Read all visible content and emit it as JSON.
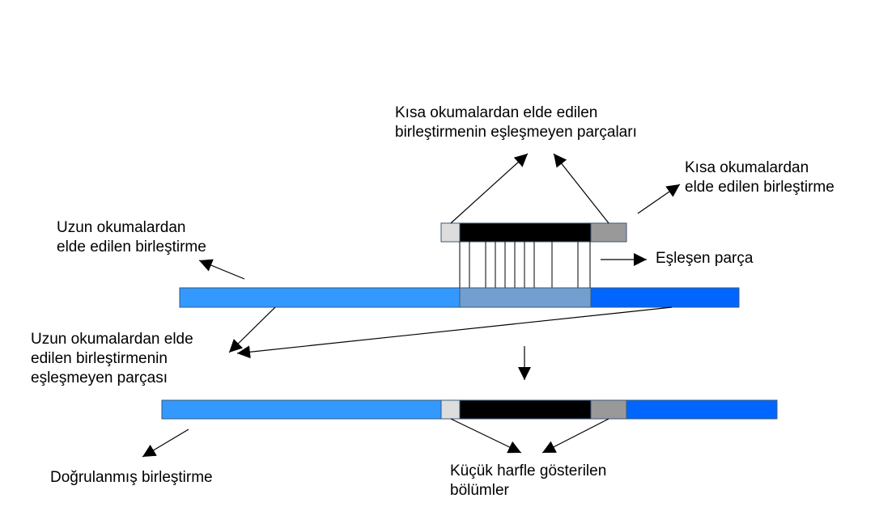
{
  "labels": {
    "short_unmatched": [
      "Kısa okumalardan elde edilen",
      "birleştirmenin eşleşmeyen parçaları"
    ],
    "short_assembly": [
      "Kısa okumalardan",
      "elde edilen birleştirme"
    ],
    "long_assembly": [
      "Uzun okumalardan",
      "elde edilen birleştirme"
    ],
    "matched_part": [
      "Eşleşen parça"
    ],
    "long_unmatched": [
      "Uzun okumalardan elde",
      "edilen birleştirmenin",
      "eşleşmeyen parçası"
    ],
    "verified": [
      "Doğrulanmış birleştirme"
    ],
    "lowercase": [
      "Küçük harfle gösterilen",
      "bölümler"
    ]
  },
  "colors": {
    "long_read_blue": "#3399ff",
    "long_read_dark_blue": "#0066ff",
    "overlap_blue": "#729fcf",
    "unmatched_light_gray": "#dddddd",
    "unmatched_dark_gray": "#999999",
    "matched_black": "#000000"
  }
}
